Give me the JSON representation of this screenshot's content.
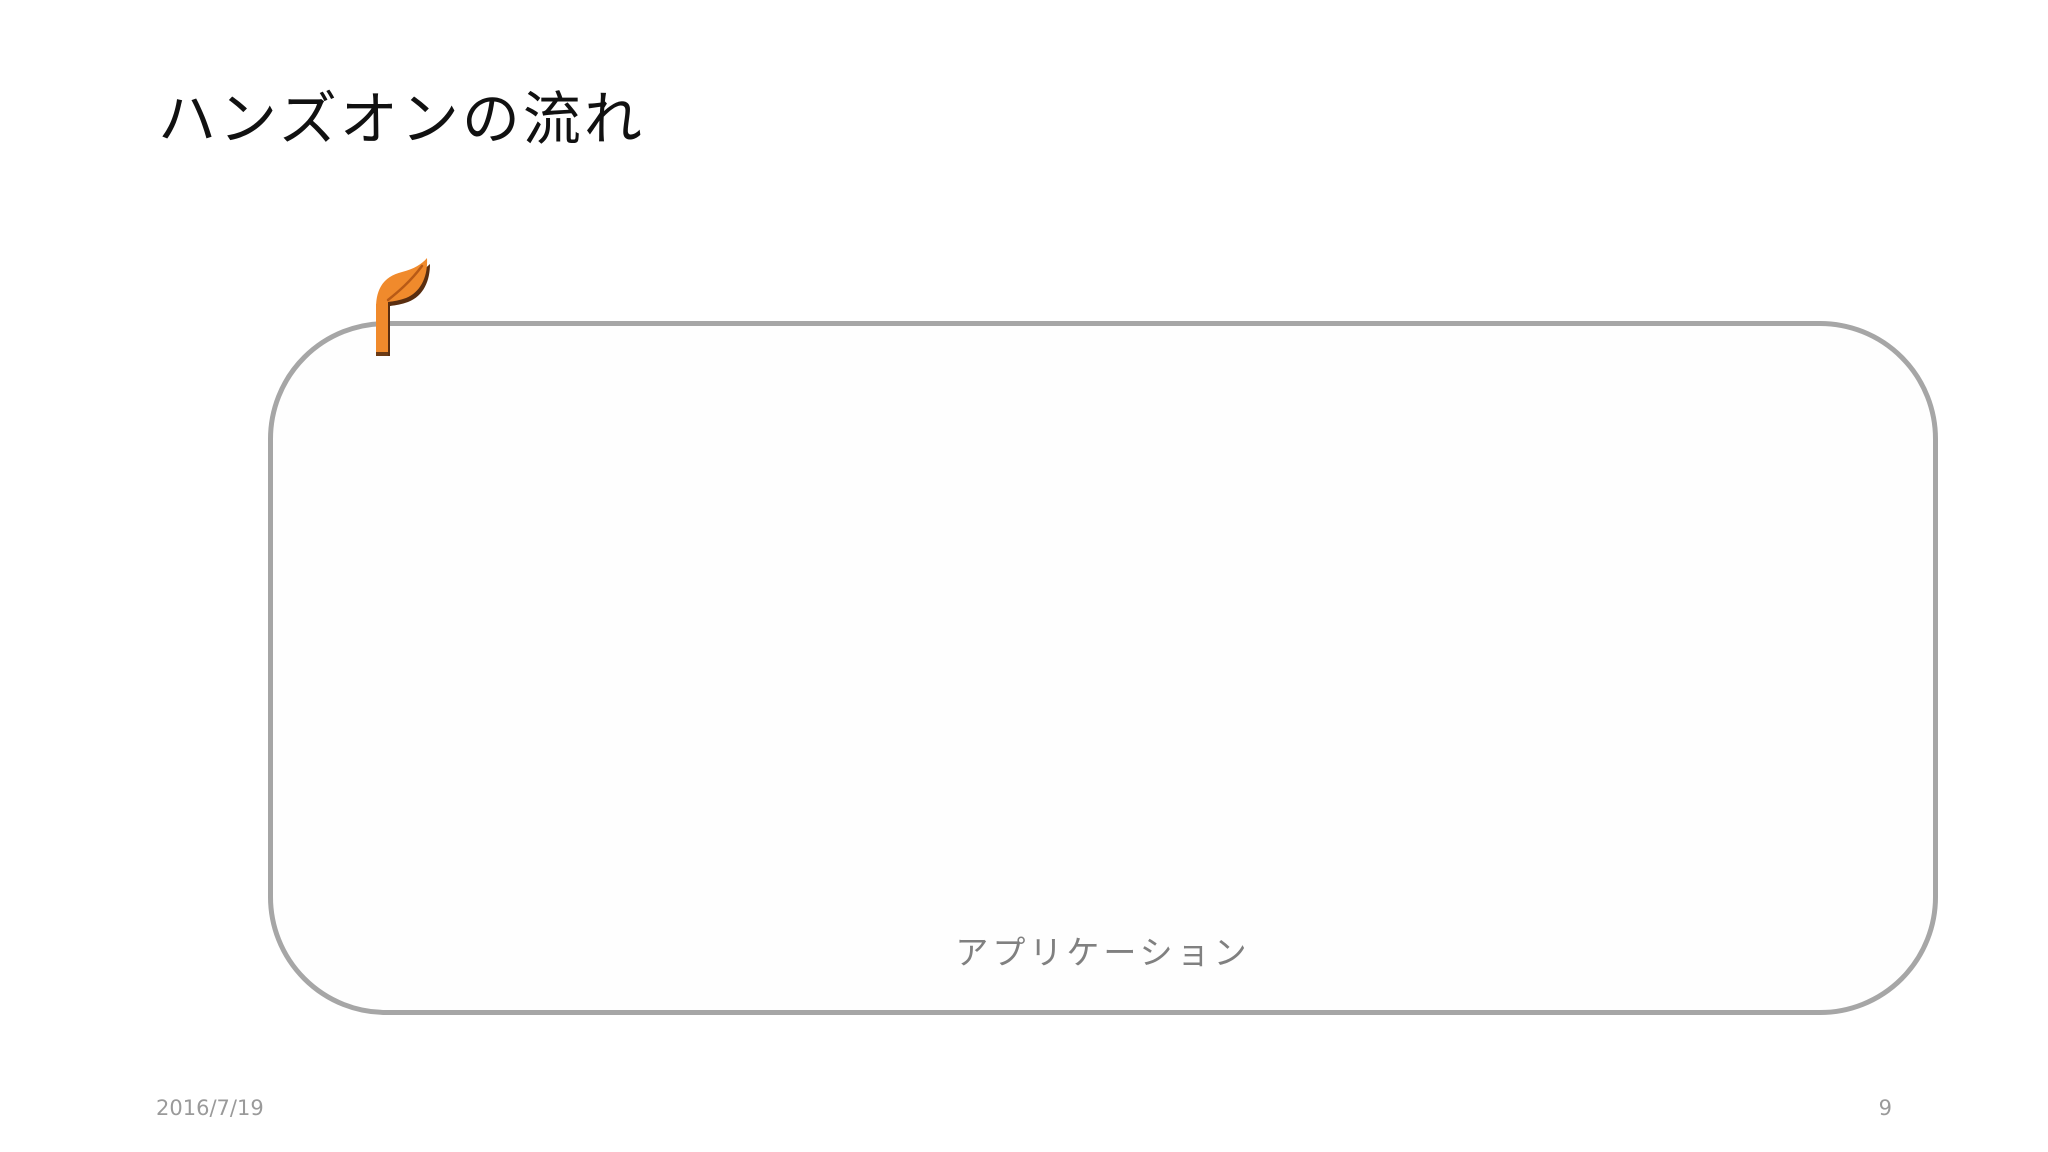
{
  "slide": {
    "title": "ハンズオンの流れ",
    "app_box": {
      "label": "アプリケーション"
    },
    "icon": "sprout-icon",
    "footer": {
      "date": "2016/7/19",
      "page_number": "9"
    }
  },
  "colors": {
    "accent": "#f08a2c",
    "box_border": "#a6a6a6",
    "footer_text": "#9a9a9a"
  }
}
